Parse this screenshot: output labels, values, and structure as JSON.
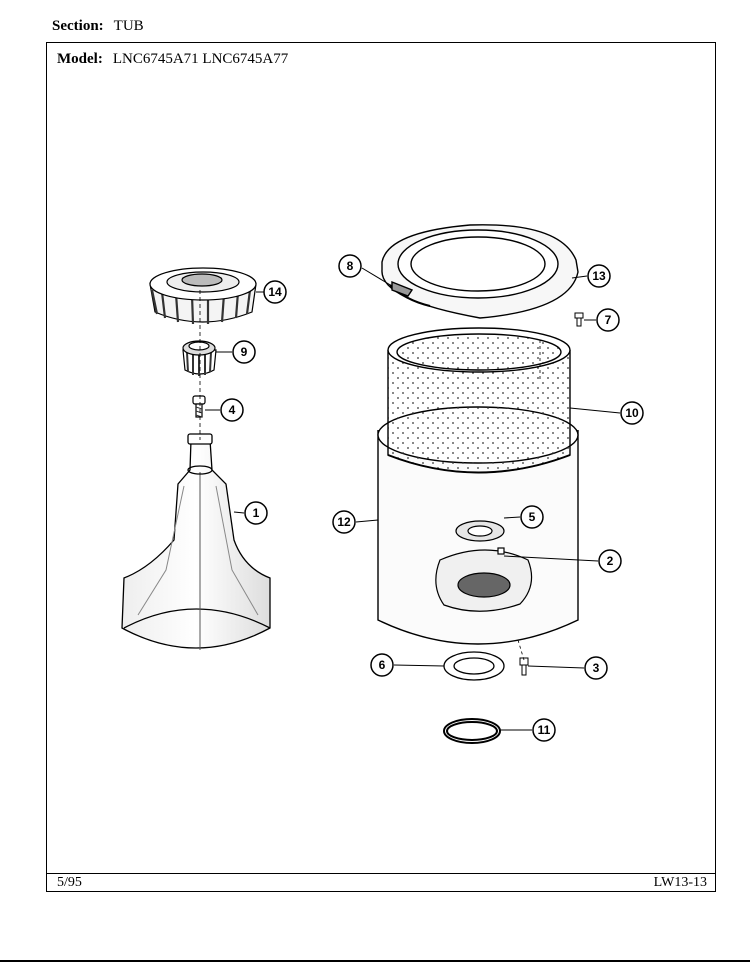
{
  "header": {
    "section_label": "Section:",
    "section_value": "TUB",
    "model_label": "Model:",
    "model_values": "LNC6745A71  LNC6745A77"
  },
  "footer": {
    "date": "5/95",
    "page_code": "LW13-13"
  },
  "callouts": [
    {
      "id": "callout-1",
      "label": "1"
    },
    {
      "id": "callout-2",
      "label": "2"
    },
    {
      "id": "callout-3",
      "label": "3"
    },
    {
      "id": "callout-4",
      "label": "4"
    },
    {
      "id": "callout-5",
      "label": "5"
    },
    {
      "id": "callout-6",
      "label": "6"
    },
    {
      "id": "callout-7",
      "label": "7"
    },
    {
      "id": "callout-8",
      "label": "8"
    },
    {
      "id": "callout-9",
      "label": "9"
    },
    {
      "id": "callout-10",
      "label": "10"
    },
    {
      "id": "callout-11",
      "label": "11"
    },
    {
      "id": "callout-12",
      "label": "12"
    },
    {
      "id": "callout-13",
      "label": "13"
    },
    {
      "id": "callout-14",
      "label": "14"
    }
  ]
}
